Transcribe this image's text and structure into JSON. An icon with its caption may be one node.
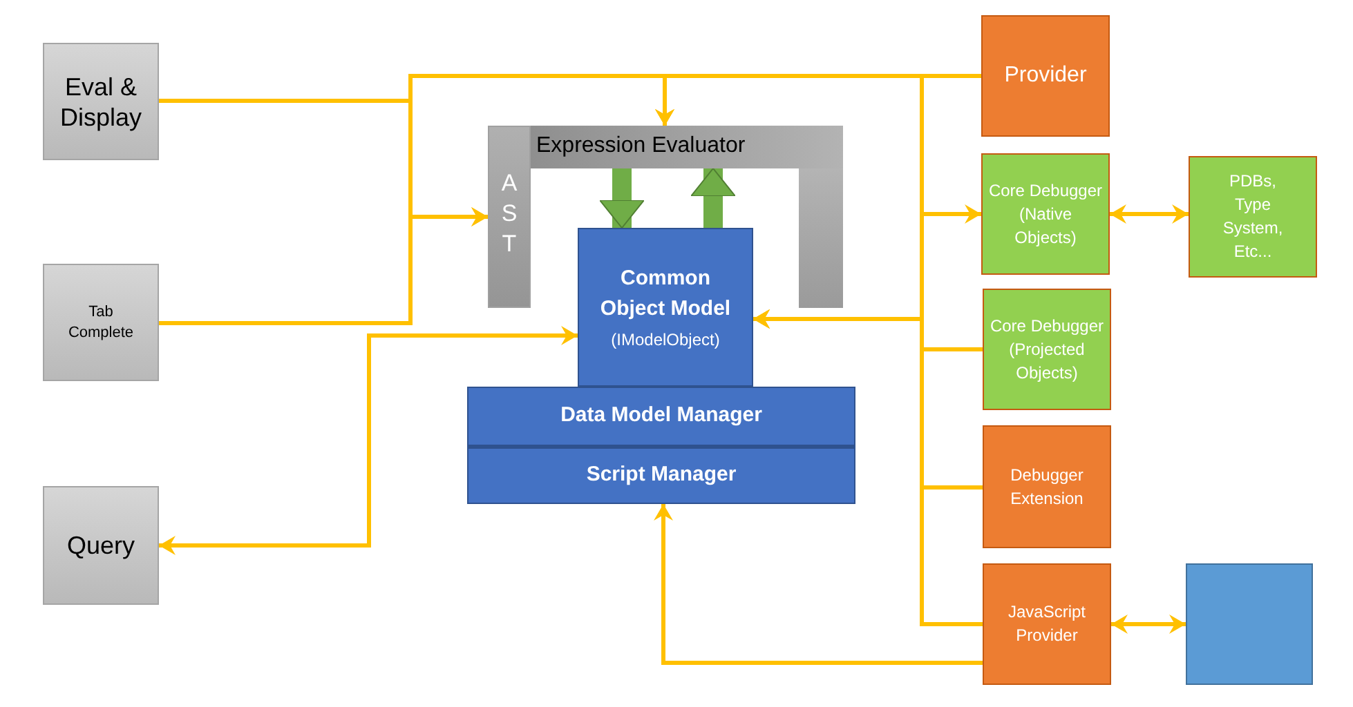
{
  "diagram": {
    "nodes": [
      {
        "text": [
          "Eval & Display"
        ]
      },
      {
        "text": [
          "Tab Complete"
        ]
      },
      {
        "text": [
          "Query"
        ]
      },
      {
        "text": [
          "Expression Evaluator"
        ]
      },
      {
        "text": [
          "AST"
        ]
      },
      {
        "text": [
          "Common Object Model",
          "(IModelObject)"
        ]
      },
      {
        "text": [
          "Data Model Manager"
        ]
      },
      {
        "text": [
          "Script Manager"
        ]
      },
      {
        "text": [
          "Provider"
        ]
      },
      {
        "text": [
          "Core Debugger (Native Objects)"
        ]
      },
      {
        "text": [
          "Core Debugger (Projected Objects)"
        ]
      },
      {
        "text": [
          "Debugger Extension"
        ]
      },
      {
        "text": [
          "JavaScript Provider"
        ]
      },
      {
        "text": [
          "PDBs, Type System, Etc..."
        ]
      },
      {
        "text": [],
        "shape": "box"
      },
      {
        "text": [],
        "shape": "bar"
      }
    ],
    "edges": [
      {
        "from": 0,
        "to": 4,
        "arrow": "to"
      },
      {
        "from": 1,
        "to": 4,
        "arrow": "to"
      },
      {
        "from": 0,
        "to": 3,
        "arrow": "to"
      },
      {
        "from": 1,
        "to": 3,
        "arrow": "to"
      },
      {
        "from": 8,
        "to": 3,
        "arrow": "to"
      },
      {
        "from": 8,
        "to": 9,
        "arrow": "to"
      },
      {
        "from": 8,
        "to": 5,
        "arrow": "to"
      },
      {
        "from": 10,
        "to": 5,
        "arrow": "to"
      },
      {
        "from": 11,
        "to": 5,
        "arrow": "to"
      },
      {
        "from": 12,
        "to": 5,
        "arrow": "to"
      },
      {
        "from": 2,
        "to": 5,
        "arrow": "both"
      },
      {
        "from": 12,
        "to": 7,
        "arrow": "to"
      },
      {
        "from": 9,
        "to": 13,
        "arrow": "both"
      },
      {
        "from": 12,
        "to": 14,
        "arrow": "both"
      },
      {
        "from": 3,
        "to": 5,
        "arrow": "to",
        "style": "thick",
        "color": "#70ad47"
      },
      {
        "from": 5,
        "to": 3,
        "arrow": "to",
        "style": "thick",
        "color": "#70ad47"
      }
    ]
  }
}
